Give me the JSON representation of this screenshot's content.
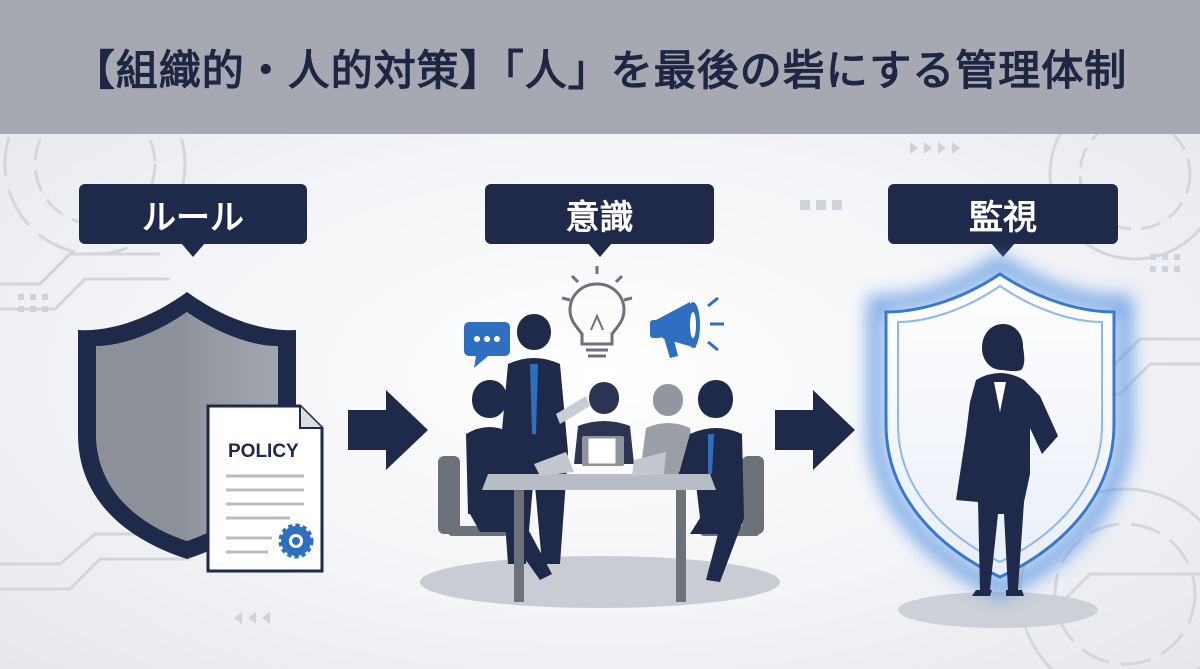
{
  "title": "【組織的・人的対策】「人」を最後の砦にする管理体制",
  "steps": [
    {
      "label": "ルール",
      "icon": "policy-shield-icon"
    },
    {
      "label": "意識",
      "icon": "team-meeting-icon"
    },
    {
      "label": "監視",
      "icon": "glowing-shield-person-icon"
    }
  ],
  "policy_document": {
    "heading": "POLICY"
  },
  "colors": {
    "navy": "#1f2a4a",
    "header_bg": "#a6a9b1",
    "accent_blue": "#2f6fc0",
    "shield_gray": "#8e929b"
  }
}
